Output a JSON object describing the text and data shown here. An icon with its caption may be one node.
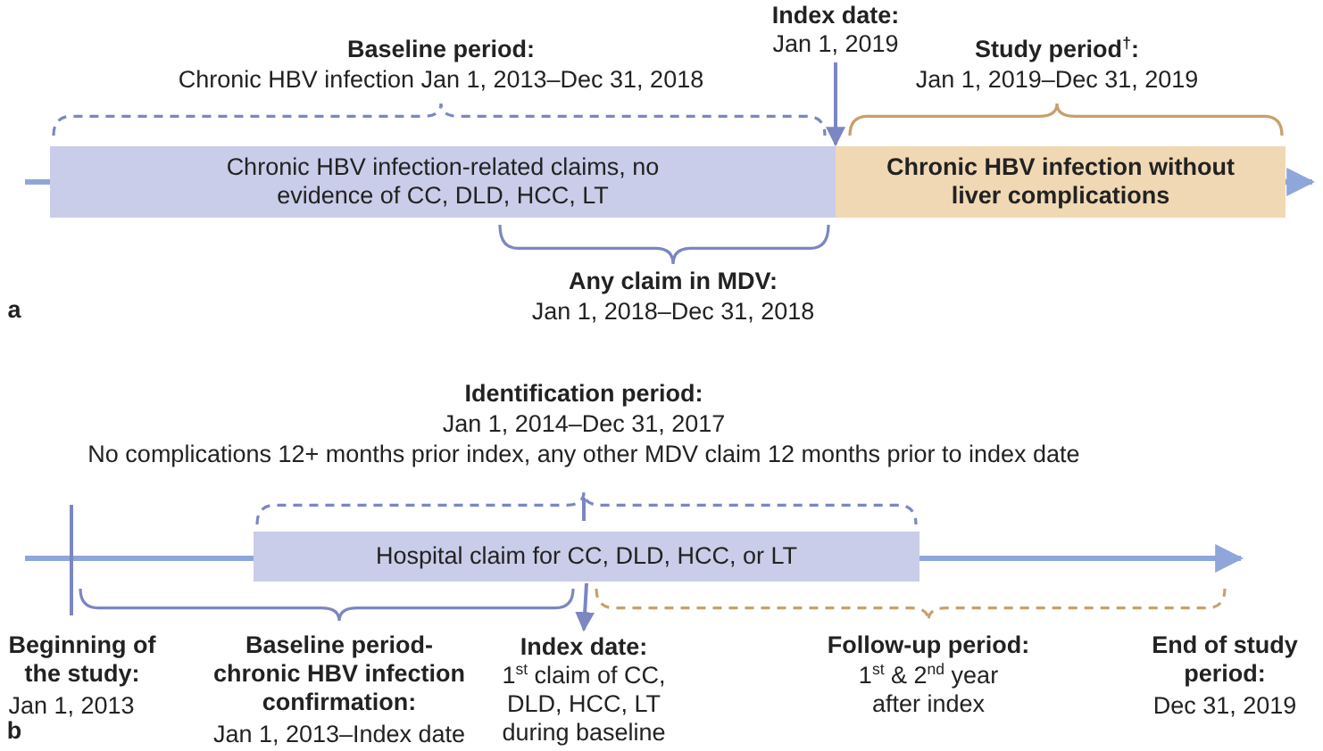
{
  "diagram": {
    "nodes": [
      {
        "text": [
          "Chronic HBV infection-related claims, no evidence of CC, DLD, HCC, LT"
        ]
      },
      {
        "text": [
          "Chronic HBV infection without liver complications"
        ]
      },
      {
        "text": [
          "Index date:",
          "Jan 1, 2019"
        ]
      },
      {
        "text": [
          "Hospital claim for CC, DLD, HCC, or LT"
        ]
      },
      {
        "text": [
          "Index date:",
          "1$^{st}$ claim of CC, DLD, HCC, LT during baseline"
        ]
      }
    ],
    "edges": [
      {
        "from": 2,
        "to": 1,
        "arrow": "to"
      },
      {
        "from": 3,
        "to": 4,
        "arrow": "to"
      }
    ],
    "labels": [
      "Baseline period:",
      "Chronic HBV infection Jan 1, 2013–Dec 31, 2018",
      "Study period$^{†}$:",
      "Jan 1, 2019–Dec 31, 2019",
      "Any claim in MDV:",
      "Jan 1, 2018–Dec 31, 2018",
      "a",
      "Identification period:",
      "Jan 1, 2014–Dec 31, 2017",
      "No complications 12+ months prior index, any other MDV claim 12 months prior to index date",
      "Beginning of the study:",
      "Jan 1, 2013",
      "Baseline period- chronic HBV infection confirmation:",
      "Jan 1, 2013–Index date",
      "Follow-up period:",
      "1$^{st}$ & 2$^{nd}$ year after index",
      "End of study period:",
      "Dec 31, 2019",
      "b"
    ]
  }
}
